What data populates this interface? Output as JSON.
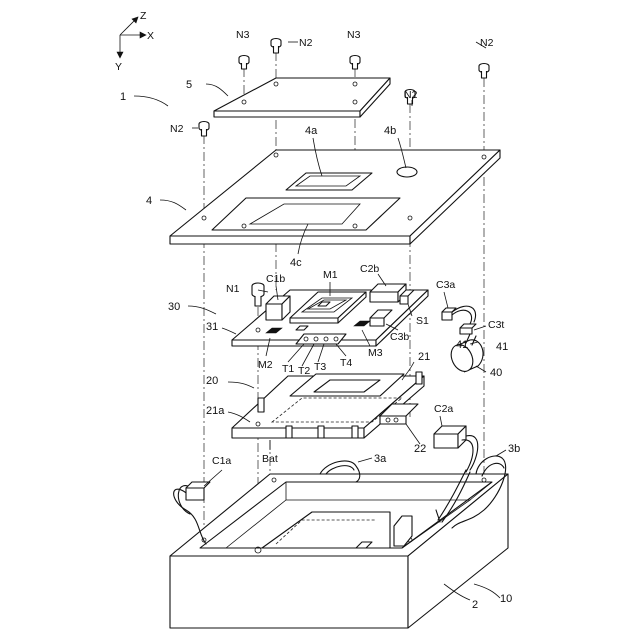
{
  "axes": {
    "z": "Z",
    "x": "X",
    "y": "Y"
  },
  "labels": {
    "n3_left": "N3",
    "n2_top": "N2",
    "n3_right": "N3",
    "n2_right": "N2",
    "n2_mid": "N2",
    "n2_left": "N2",
    "ref_1": "1",
    "ref_5": "5",
    "ref_4": "4",
    "ref_4a": "4a",
    "ref_4b": "4b",
    "ref_4c": "4c",
    "c1b": "C1b",
    "m1": "M1",
    "c2b": "C2b",
    "n1": "N1",
    "c3a": "C3a",
    "ref_30": "30",
    "ref_31": "31",
    "s1": "S1",
    "c3b": "C3b",
    "c3t": "C3t",
    "ref_41a": "41",
    "ref_41b": "41",
    "ref_40": "40",
    "m2": "M2",
    "t1": "T1",
    "t2": "T2",
    "t3": "T3",
    "t4": "T4",
    "m3": "M3",
    "ref_21": "21",
    "ref_20": "20",
    "ref_21a": "21a",
    "c2a": "C2a",
    "ref_22": "22",
    "bat": "Bat",
    "ref_3a": "3a",
    "ref_3b": "3b",
    "c1a": "C1a",
    "ref_10": "10",
    "ref_2": "2"
  }
}
